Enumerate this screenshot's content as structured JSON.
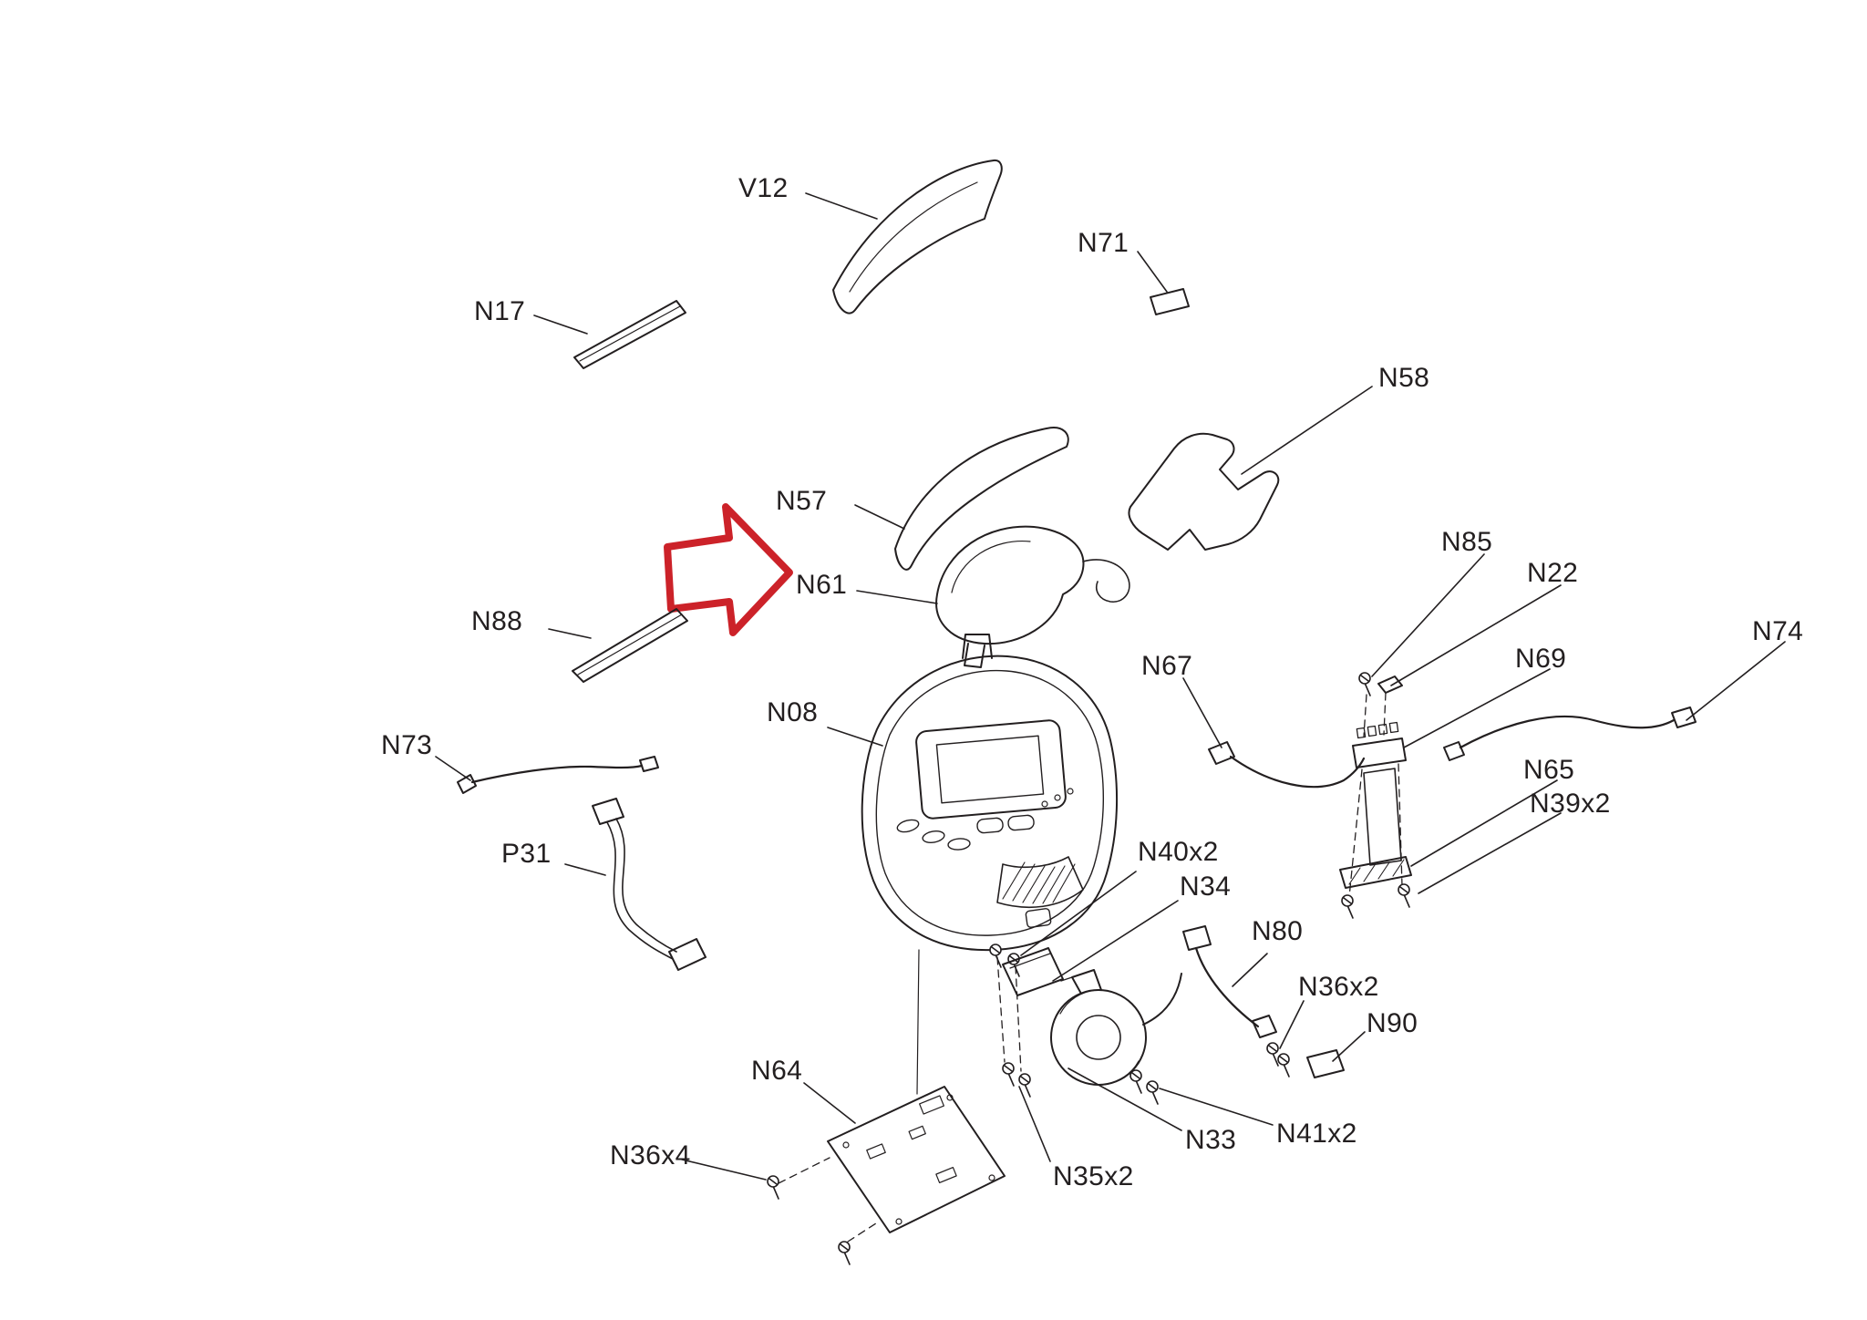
{
  "diagram": {
    "kind": "exploded-parts-diagram",
    "colors": {
      "line": "#231f20",
      "accent": "#cc2229",
      "background": "#ffffff"
    },
    "callout_arrow": {
      "points_to": "N61",
      "style": "block-arrow-right"
    },
    "labels": [
      {
        "id": "v12",
        "text": "V12"
      },
      {
        "id": "n71",
        "text": "N71"
      },
      {
        "id": "n17",
        "text": "N17"
      },
      {
        "id": "n58",
        "text": "N58"
      },
      {
        "id": "n57",
        "text": "N57"
      },
      {
        "id": "n85",
        "text": "N85"
      },
      {
        "id": "n22",
        "text": "N22"
      },
      {
        "id": "n61",
        "text": "N61"
      },
      {
        "id": "n74",
        "text": "N74"
      },
      {
        "id": "n88",
        "text": "N88"
      },
      {
        "id": "n69",
        "text": "N69"
      },
      {
        "id": "n67",
        "text": "N67"
      },
      {
        "id": "n08",
        "text": "N08"
      },
      {
        "id": "n73",
        "text": "N73"
      },
      {
        "id": "n65",
        "text": "N65"
      },
      {
        "id": "n39x2",
        "text": "N39x2"
      },
      {
        "id": "p31",
        "text": "P31"
      },
      {
        "id": "n40x2",
        "text": "N40x2"
      },
      {
        "id": "n34",
        "text": "N34"
      },
      {
        "id": "n80",
        "text": "N80"
      },
      {
        "id": "n36x2",
        "text": "N36x2"
      },
      {
        "id": "n90",
        "text": "N90"
      },
      {
        "id": "n64",
        "text": "N64"
      },
      {
        "id": "n36x4",
        "text": "N36x4"
      },
      {
        "id": "n33",
        "text": "N33"
      },
      {
        "id": "n41x2",
        "text": "N41x2"
      },
      {
        "id": "n35x2",
        "text": "N35x2"
      }
    ]
  }
}
